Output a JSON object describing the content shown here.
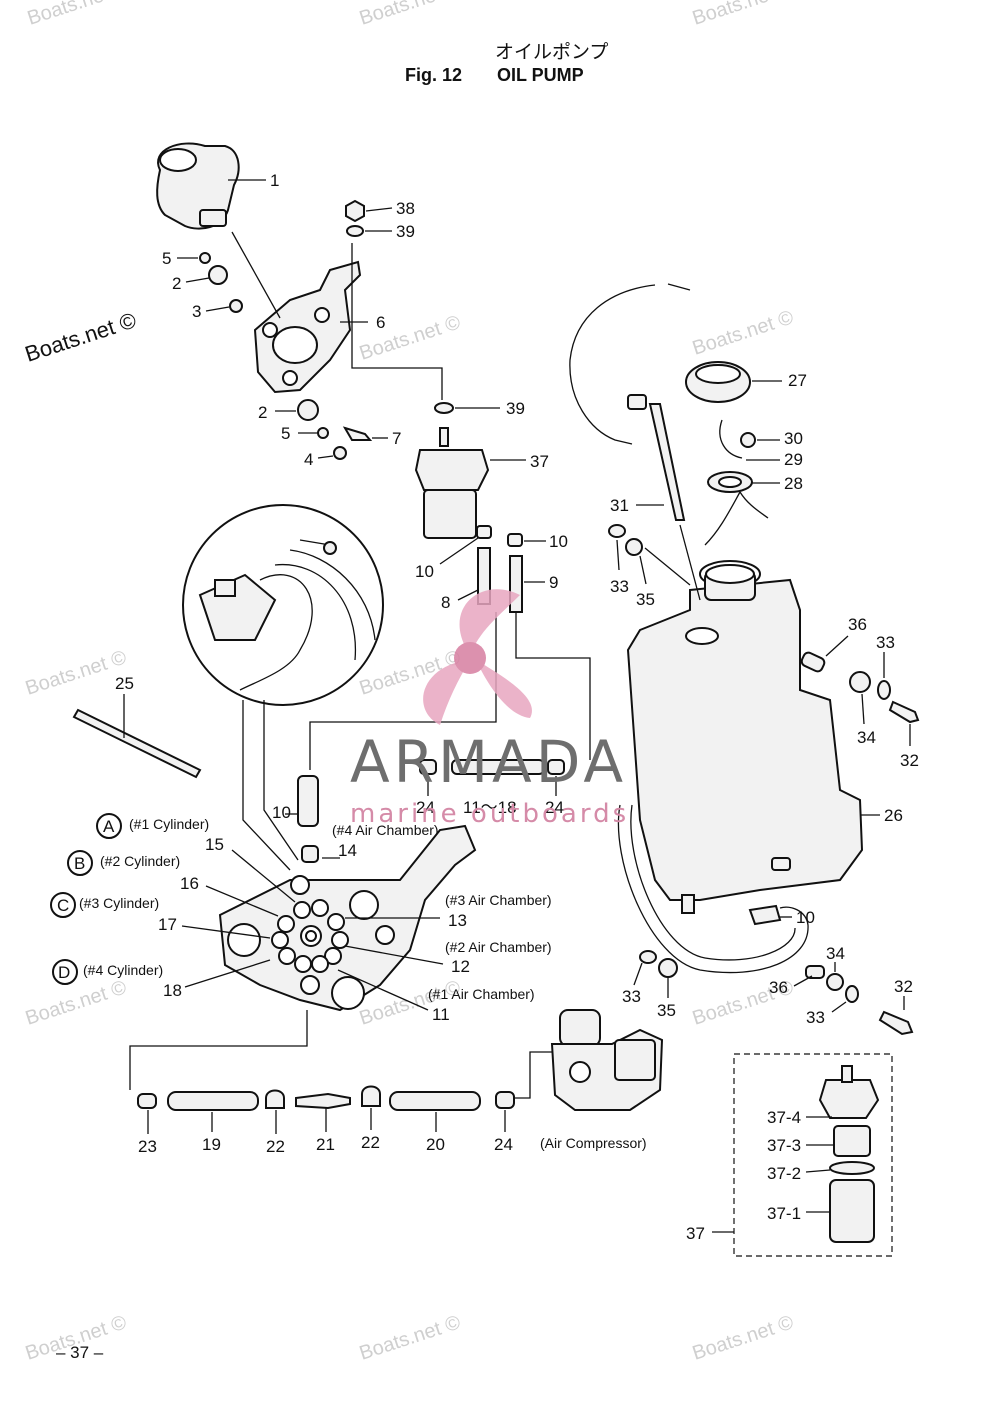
{
  "title": {
    "japanese": "オイルポンプ",
    "fig": "Fig. 12",
    "name": "OIL PUMP"
  },
  "watermarks": {
    "boats": "Boats.net",
    "boats_copy": "Boats.net ©",
    "brand": "ARMADA",
    "brand_sub": "marine outboards"
  },
  "page_number": "– 37 –",
  "callouts": {
    "c1": "1",
    "c2a": "2",
    "c2b": "2",
    "c3": "3",
    "c4": "4",
    "c5a": "5",
    "c5b": "5",
    "c6": "6",
    "c7": "7",
    "c8": "8",
    "c9": "9",
    "c10a": "10",
    "c10b": "10",
    "c10c": "10",
    "c10d": "10",
    "c11": "11",
    "c11_18": "11～18",
    "c12": "12",
    "c13": "13",
    "c14": "14",
    "c15": "15",
    "c16": "16",
    "c17": "17",
    "c18": "18",
    "c19": "19",
    "c20": "20",
    "c21": "21",
    "c22a": "22",
    "c22b": "22",
    "c23": "23",
    "c24a": "24",
    "c24b": "24",
    "c24c": "24",
    "c25": "25",
    "c26": "26",
    "c27": "27",
    "c28": "28",
    "c29": "29",
    "c30": "30",
    "c31": "31",
    "c32a": "32",
    "c32b": "32",
    "c33a": "33",
    "c33b": "33",
    "c33c": "33",
    "c33d": "33",
    "c34a": "34",
    "c34b": "34",
    "c35a": "35",
    "c35b": "35",
    "c36a": "36",
    "c36b": "36",
    "c37": "37",
    "c37_1": "37-1",
    "c37_2": "37-2",
    "c37_3": "37-3",
    "c37_4": "37-4",
    "c38": "38",
    "c39a": "39",
    "c39b": "39"
  },
  "notes": {
    "air4": "(#4 Air Chamber)",
    "air3": "(#3 Air Chamber)",
    "air2": "(#2 Air Chamber)",
    "air1": "(#1 Air Chamber)",
    "compressor": "(Air Compressor)"
  },
  "cylinders": [
    {
      "letter": "A",
      "label": "(#1 Cylinder)"
    },
    {
      "letter": "B",
      "label": "(#2 Cylinder)"
    },
    {
      "letter": "C",
      "label": "(#3 Cylinder)"
    },
    {
      "letter": "D",
      "label": "(#4 Cylinder)"
    }
  ]
}
